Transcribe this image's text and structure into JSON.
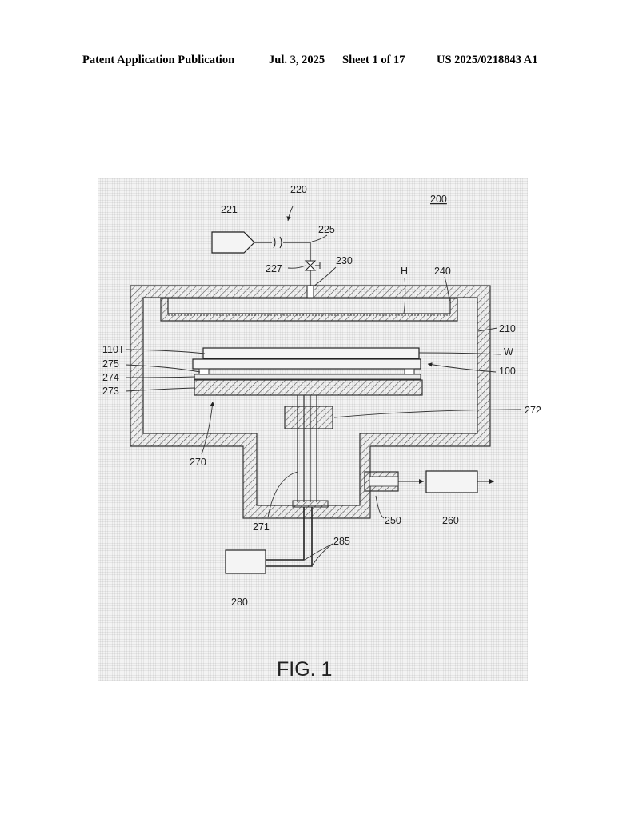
{
  "header": {
    "publication": "Patent Application Publication",
    "date": "Jul. 3, 2025",
    "sheet": "Sheet 1 of 17",
    "number": "US 2025/0218843 A1"
  },
  "figure": {
    "caption": "FIG. 1",
    "labels": {
      "l200": "200",
      "l220": "220",
      "l221": "221",
      "l225": "225",
      "l227": "227",
      "l230": "230",
      "lH": "H",
      "l240": "240",
      "l210": "210",
      "l110T": "110T",
      "lW": "W",
      "l100": "100",
      "l275": "275",
      "l274": "274",
      "l273": "273",
      "l272": "272",
      "l270": "270",
      "l271": "271",
      "l250": "250",
      "l260": "260",
      "l285": "285",
      "l280": "280"
    }
  }
}
